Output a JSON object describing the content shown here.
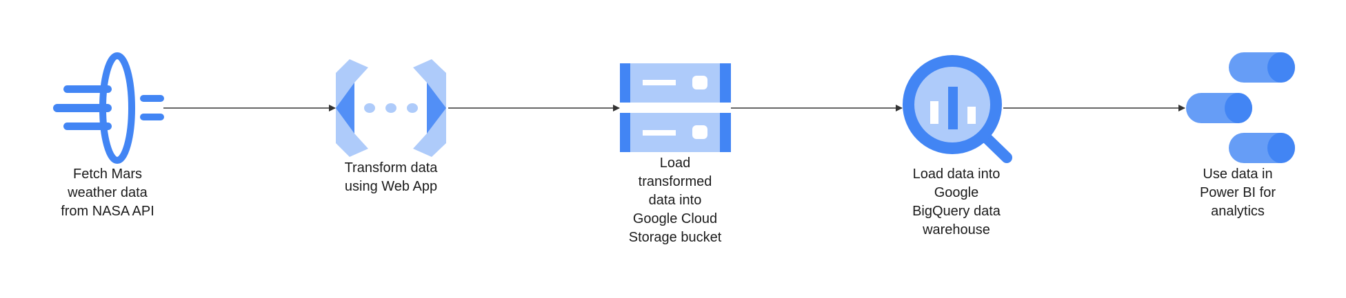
{
  "diagram": {
    "colors": {
      "primary": "#4285F4",
      "secondary": "#AECBFA",
      "mid": "#669DF6",
      "arrow": "#333333"
    },
    "nodes": [
      {
        "id": "fetch",
        "icon": "api-icon",
        "label": "Fetch Mars\nweather data\nfrom NASA API"
      },
      {
        "id": "transform",
        "icon": "web-app-icon",
        "label": "Transform data\nusing Web App"
      },
      {
        "id": "storage",
        "icon": "cloud-storage-icon",
        "label": "Load\ntransformed\ndata into\nGoogle Cloud\nStorage bucket"
      },
      {
        "id": "bigquery",
        "icon": "bigquery-icon",
        "label": "Load data into\nGoogle\nBigQuery data\nwarehouse"
      },
      {
        "id": "powerbi",
        "icon": "data-cylinders-icon",
        "label": "Use data in\nPower BI for\nanalytics"
      }
    ],
    "edges": [
      {
        "from": "fetch",
        "to": "transform"
      },
      {
        "from": "transform",
        "to": "storage"
      },
      {
        "from": "storage",
        "to": "bigquery"
      },
      {
        "from": "bigquery",
        "to": "powerbi"
      }
    ]
  }
}
